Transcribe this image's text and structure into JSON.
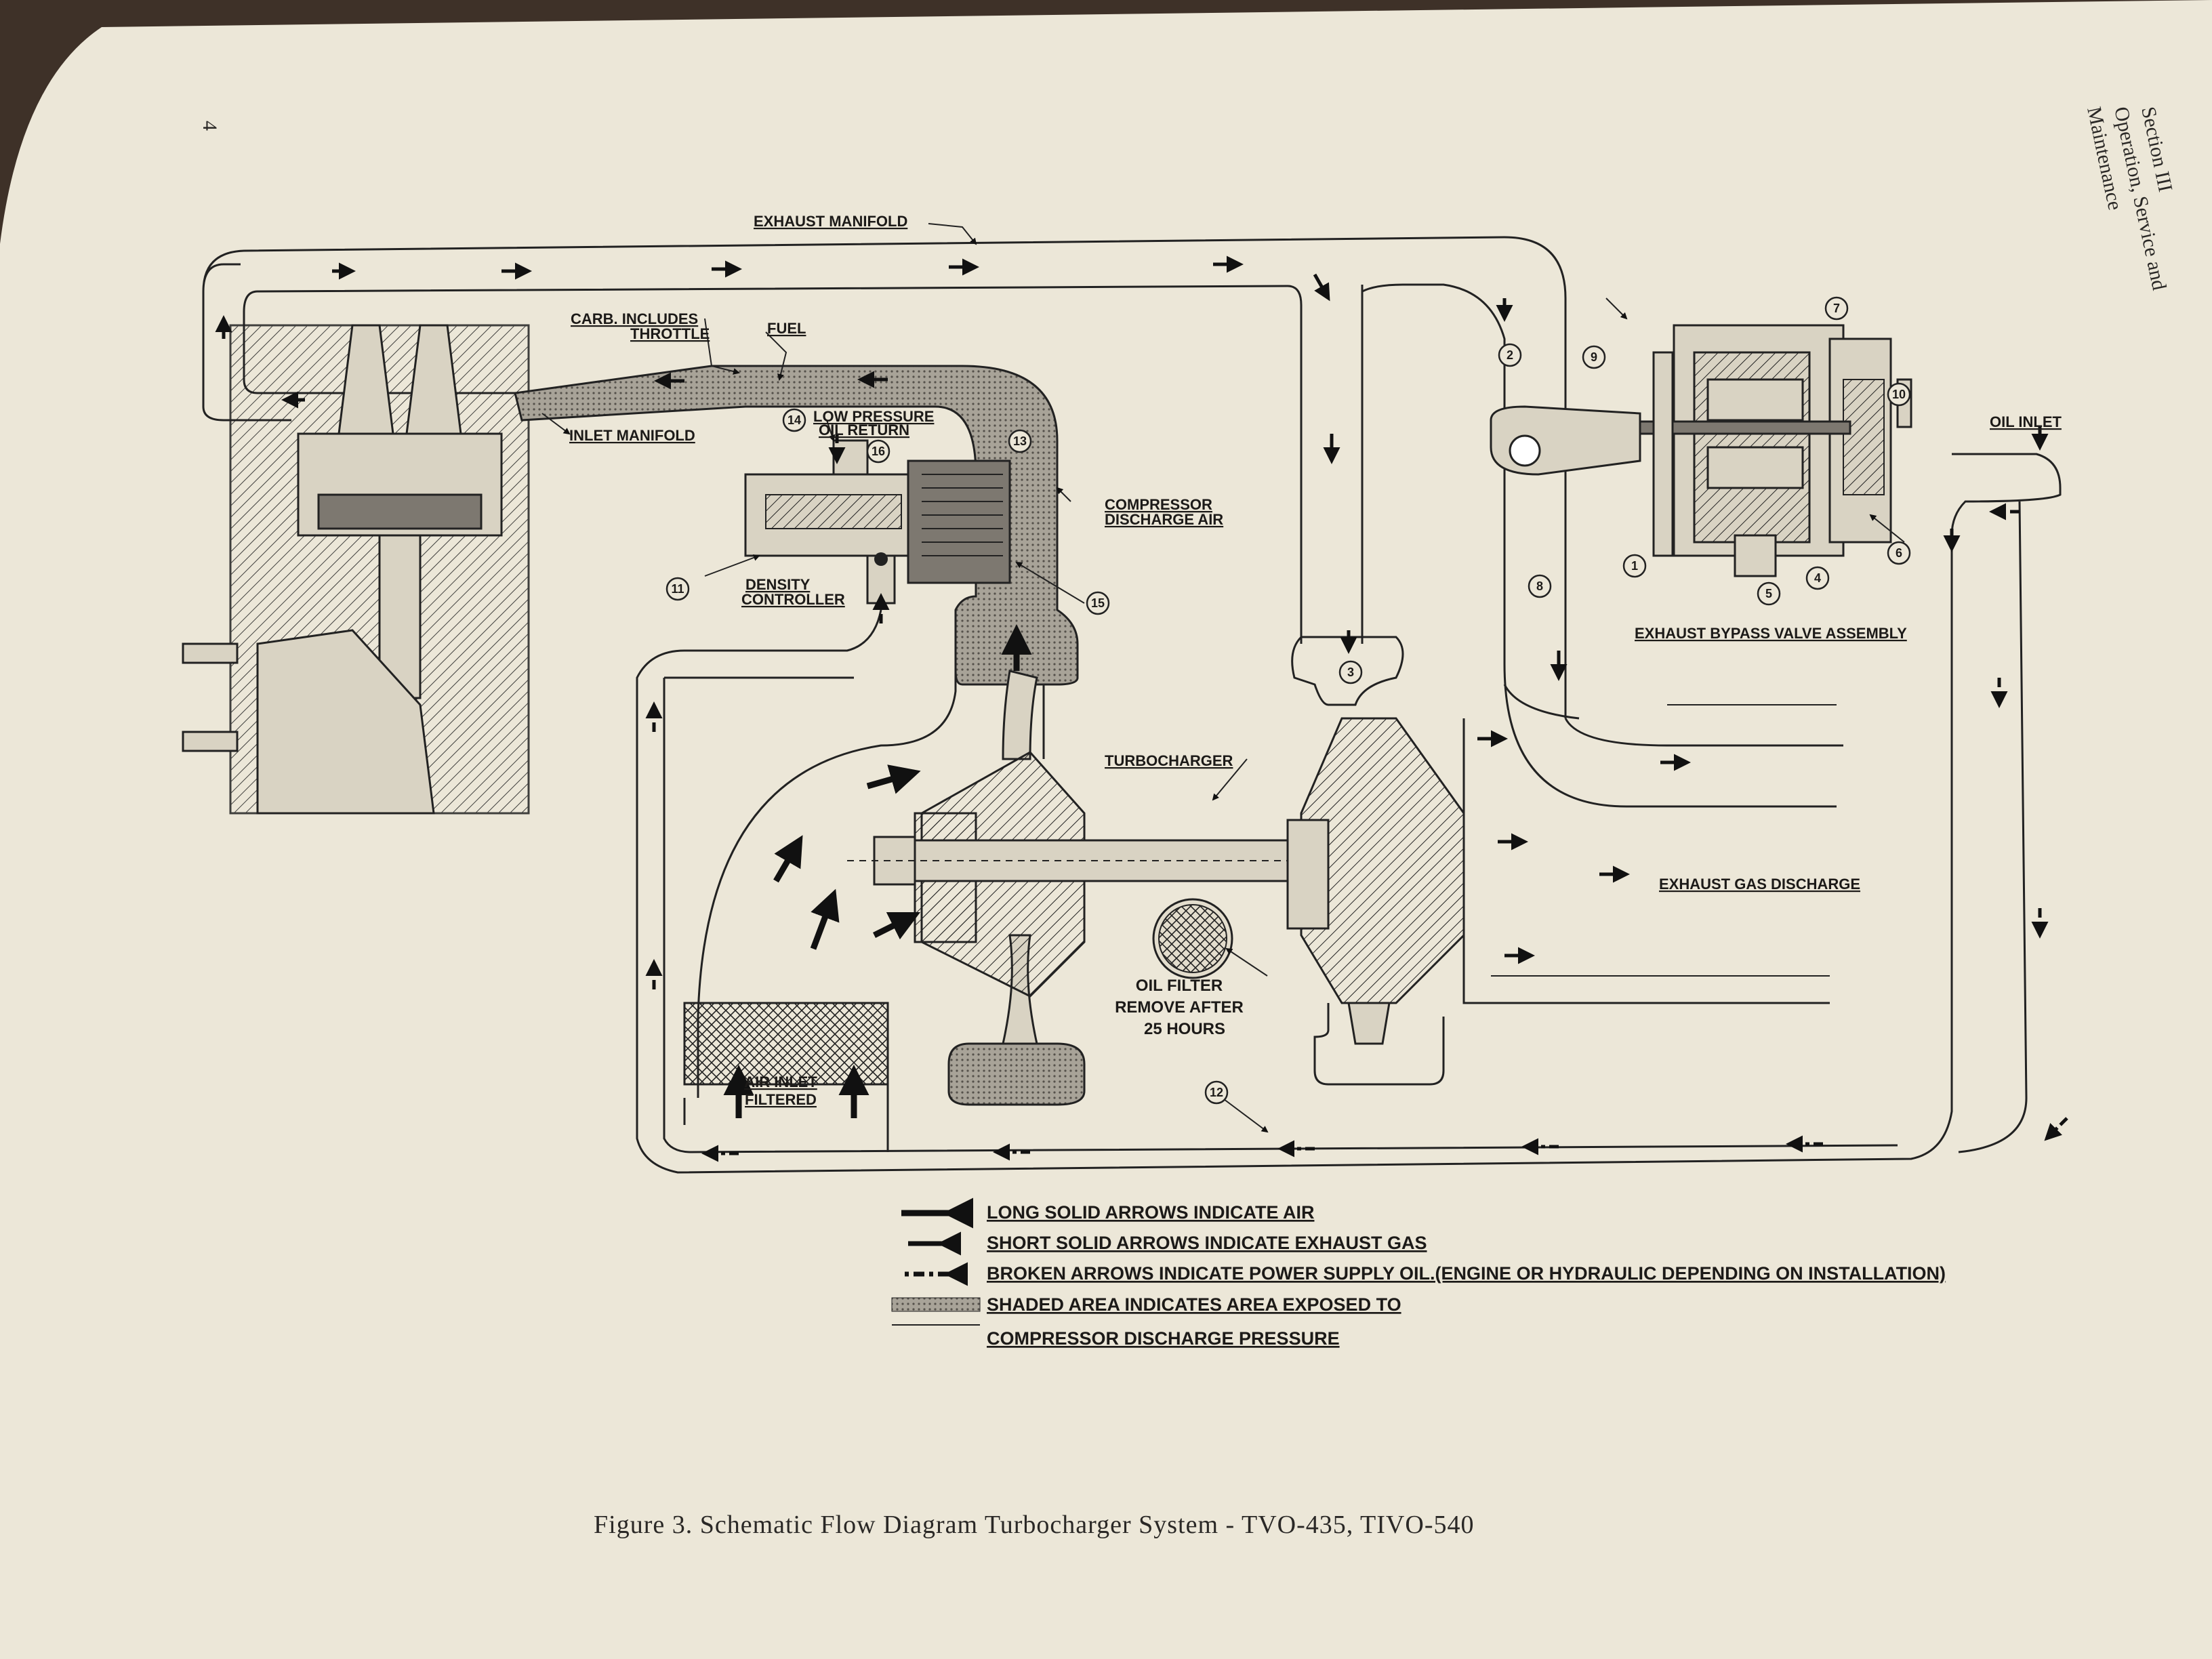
{
  "page": {
    "number": "4",
    "section_header": [
      "Section III",
      "Operation, Service and",
      "Maintenance"
    ]
  },
  "labels": {
    "exhaust_manifold": "EXHAUST MANIFOLD",
    "carb": [
      "CARB. INCLUDES",
      "THROTTLE"
    ],
    "fuel": "FUEL",
    "inlet_manifold": "INLET MANIFOLD",
    "low_pressure_oil_return": [
      "LOW PRESSURE",
      "OIL RETURN"
    ],
    "compressor_discharge_air": [
      "COMPRESSOR",
      "DISCHARGE AIR"
    ],
    "density_controller": [
      "DENSITY",
      "CONTROLLER"
    ],
    "turbocharger": "TURBOCHARGER",
    "exhaust_bypass_valve_assembly": "EXHAUST BYPASS VALVE ASSEMBLY",
    "oil_inlet": "OIL INLET",
    "exhaust_gas_discharge": "EXHAUST GAS DISCHARGE",
    "oil_filter": [
      "OIL FILTER",
      "REMOVE AFTER",
      "25 HOURS"
    ],
    "air_inlet_filtered": [
      "AIR INLET",
      "FILTERED"
    ]
  },
  "callouts": {
    "n1": "1",
    "n2": "2",
    "n3": "3",
    "n4": "4",
    "n5": "5",
    "n6": "6",
    "n7": "7",
    "n8": "8",
    "n9": "9",
    "n10": "10",
    "n11": "11",
    "n12": "12",
    "n13": "13",
    "n14": "14",
    "n15": "15",
    "n16": "16"
  },
  "legend": [
    {
      "symbol": "long-solid-arrow",
      "text": "LONG SOLID ARROWS INDICATE AIR"
    },
    {
      "symbol": "short-solid-arrow",
      "text": "SHORT SOLID ARROWS INDICATE EXHAUST GAS"
    },
    {
      "symbol": "broken-arrow",
      "text": "BROKEN ARROWS INDICATE POWER SUPPLY OIL.(ENGINE OR HYDRAULIC DEPENDING ON INSTALLATION)"
    },
    {
      "symbol": "shaded-area",
      "text": "SHADED AREA INDICATES AREA EXPOSED TO"
    },
    {
      "symbol": "none",
      "text": "COMPRESSOR DISCHARGE PRESSURE"
    }
  ],
  "caption": "Figure 3. Schematic Flow Diagram Turbocharger System - TVO-435, TIVO-540"
}
